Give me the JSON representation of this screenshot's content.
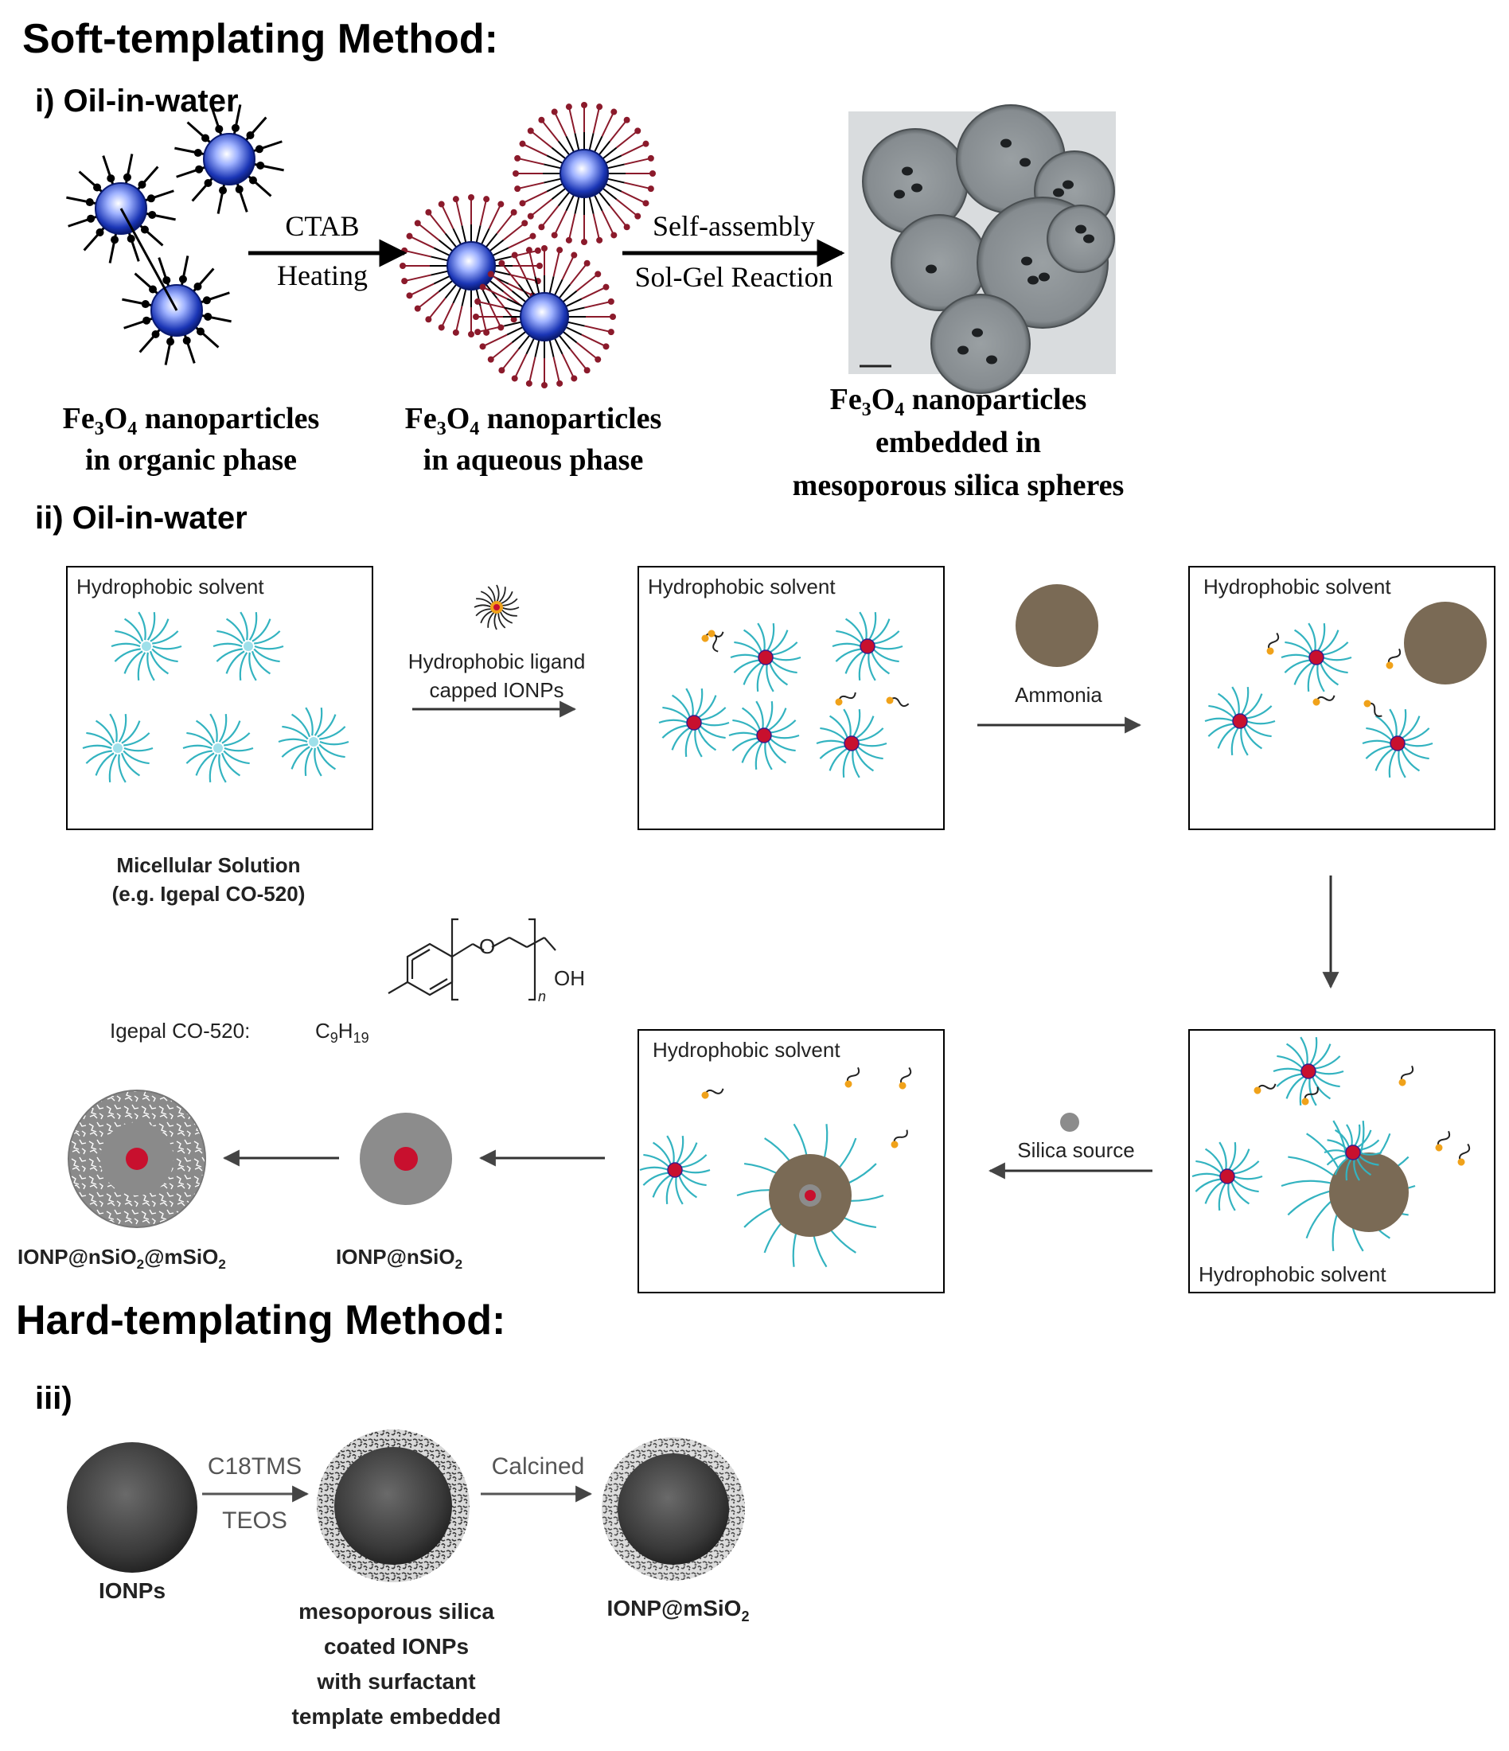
{
  "soft_title": "Soft-templating Method:",
  "hard_title": "Hard-templating Method:",
  "panel_i": {
    "label": "i) Oil-in-water",
    "arrow1_top": "CTAB",
    "arrow1_bottom": "Heating",
    "arrow2_top": "Self-assembly",
    "arrow2_bottom": "Sol-Gel Reaction",
    "caption1": {
      "l1_pre": "Fe",
      "l1_s1": "3",
      "l1_mid": "O",
      "l1_s2": "4",
      "l1_post": " nanoparticles",
      "l2": "in organic phase"
    },
    "caption2": {
      "l1_pre": "Fe",
      "l1_s1": "3",
      "l1_mid": "O",
      "l1_s2": "4",
      "l1_post": " nanoparticles",
      "l2": "in aqueous phase"
    },
    "caption3": {
      "l1_pre": "Fe",
      "l1_s1": "3",
      "l1_mid": "O",
      "l1_s2": "4",
      "l1_post": " nanoparticles",
      "l2": "embedded in",
      "l3": "mesoporous silica spheres"
    }
  },
  "panel_ii": {
    "label": "ii) Oil-in-water",
    "box_label": "Hydrophobic solvent",
    "step1_l1": "Hydrophobic ligand",
    "step1_l2": "capped IONPs",
    "step2": "Ammonia",
    "step3": "Silica source",
    "micellar_l1": "Micellular Solution",
    "micellar_l2": "(e.g. Igepal CO-520)",
    "igepal_label": "Igepal CO-520:",
    "chem_c9": "C",
    "chem_c9_sub1": "9",
    "chem_h": "H",
    "chem_h_sub": "19",
    "chem_o": "O",
    "chem_oh": "OH",
    "chem_n": "n",
    "product1_pre": "IONP@nSiO",
    "product1_sub": "2",
    "product2_pre": "IONP@nSiO",
    "product2_sub1": "2",
    "product2_mid": "@mSiO",
    "product2_sub2": "2"
  },
  "panel_iii": {
    "label": "iii)",
    "arrow1_top": "C18TMS",
    "arrow1_bottom": "TEOS",
    "arrow2_top": "Calcined",
    "label_ionps": "IONPs",
    "label_coated_l1": "mesoporous silica",
    "label_coated_l2": "coated IONPs",
    "label_coated_l3": "with surfactant",
    "label_coated_l4": "template embedded",
    "label_final_pre": "IONP@mSiO",
    "label_final_sub": "2"
  },
  "colors": {
    "cyan": "#33b3c0",
    "red_core": "#c8102e",
    "brown": "#7a6a55",
    "grey_sphere": "#8c8c8c",
    "maroon": "#8b1a2b",
    "blue_core": "#1a35b5"
  }
}
